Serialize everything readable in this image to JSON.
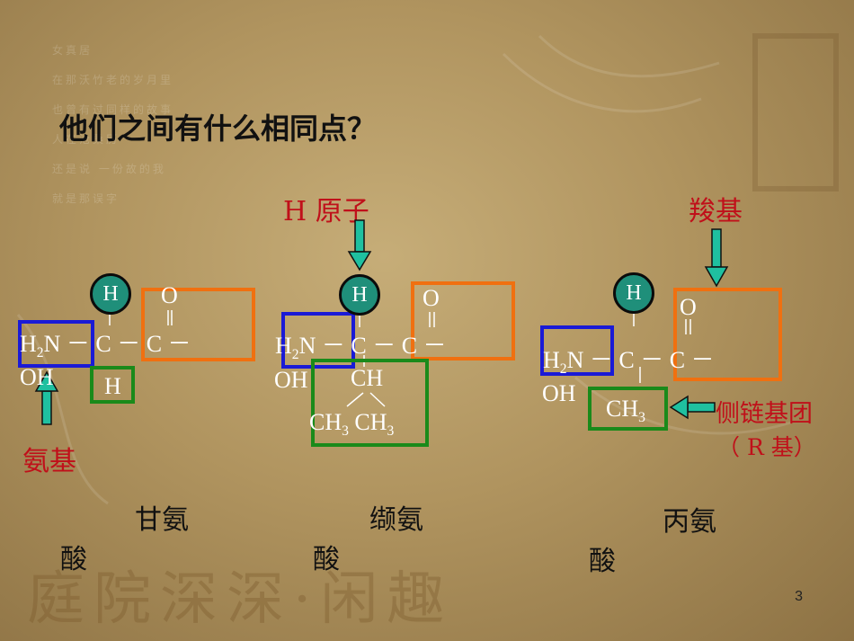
{
  "slide": {
    "title": "他们之间有什么相同点？",
    "page_number": "3"
  },
  "background": {
    "poem_lines": [
      "女真居",
      "在那沃竹老的岁月里",
      "也曾有过同样的故事",
      "人在沧桑历",
      "还是说 一份故的我",
      "就是那误字"
    ],
    "calligraphy": "庭院深深·闲趣"
  },
  "labels": {
    "h_atom": "H 原子",
    "carboxyl": "羧基",
    "amino": "氨基",
    "side_chain": "侧链基团",
    "r_group": "（ R 基）"
  },
  "molecules": {
    "glycine": {
      "name_line1": "甘氨",
      "name_line2": "酸",
      "h_top": "H",
      "o": "O",
      "backbone": "H2N － C － C －",
      "oh": "OH",
      "r": "H"
    },
    "valine": {
      "name_line1": "缬氨",
      "name_line2": "酸",
      "h_top": "H",
      "o": "O",
      "backbone": "H2N － C － C －",
      "oh": "OH",
      "r_ch": "CH",
      "r_ch3": "CH3 CH3"
    },
    "alanine": {
      "name_line1": "丙氨",
      "name_line2": "酸",
      "h_top": "H",
      "o": "O",
      "backbone": "H2N － C － C －",
      "oh": "OH",
      "r": "CH3"
    }
  },
  "colors": {
    "amino_box": "#1a1ad6",
    "carboxyl_box": "#f07010",
    "r_box": "#1a8a1a",
    "arrow": "#1fc0a0",
    "label_red": "#c0101a"
  }
}
